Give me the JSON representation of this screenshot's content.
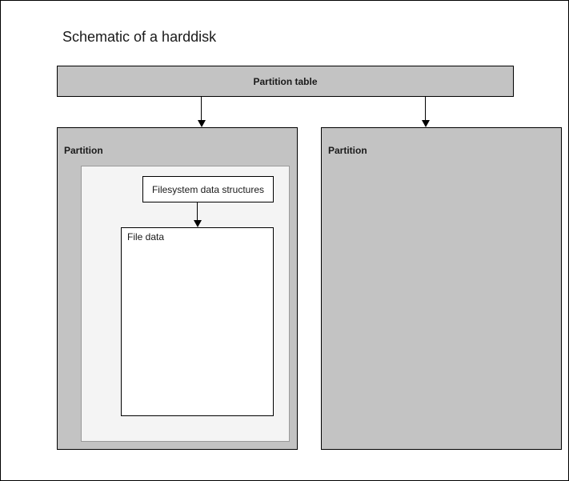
{
  "diagram": {
    "title": "Schematic of a harddisk",
    "frame_color": "#000000",
    "background": "#ffffff"
  },
  "partition_table": {
    "label": "Partition table",
    "fill": "#c3c3c3",
    "border": "#000000"
  },
  "partitions": [
    {
      "label": "Partition",
      "fill": "#c3c3c3",
      "contents": {
        "container_fill": "#f4f4f4",
        "filesystem_box": {
          "label": "Filesystem data structures",
          "fill": "#ffffff"
        },
        "file_data_box": {
          "label": "File data",
          "fill": "#ffffff"
        }
      }
    },
    {
      "label": "Partition",
      "fill": "#c3c3c3",
      "contents": null
    }
  ],
  "arrows": [
    {
      "name": "partition-table-to-partition-1",
      "direction": "down"
    },
    {
      "name": "partition-table-to-partition-2",
      "direction": "down"
    },
    {
      "name": "filesystem-to-file-data",
      "direction": "down"
    }
  ]
}
